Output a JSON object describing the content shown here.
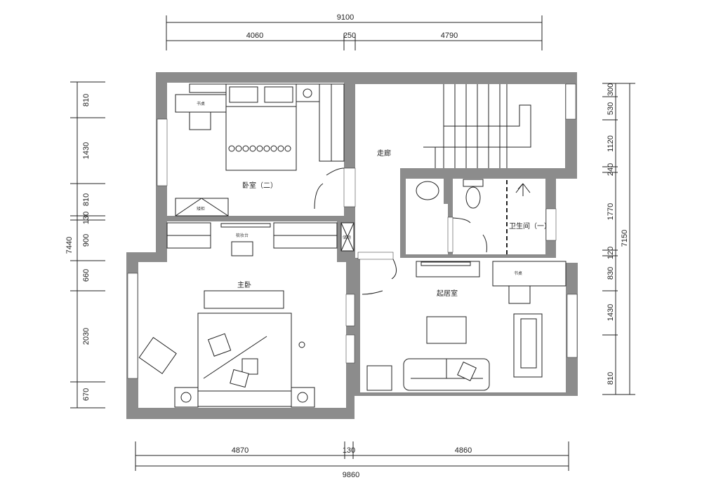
{
  "dimensions": {
    "top": {
      "total": "9100",
      "segments": [
        "4060",
        "250",
        "4790"
      ]
    },
    "bottom": {
      "total": "9860",
      "segments": [
        "4870",
        "130",
        "4860"
      ]
    },
    "left": {
      "total": "7440",
      "segments": [
        "810",
        "1430",
        "810",
        "130",
        "900",
        "660",
        "2030",
        "670"
      ]
    },
    "right": {
      "total": "7150",
      "segments": [
        "300",
        "530",
        "1120",
        "240",
        "1770",
        "120",
        "830",
        "1430",
        "810"
      ]
    }
  },
  "rooms": {
    "bedroom2": "卧室（二）",
    "corridor": "走廊",
    "bathroom1": "卫生间（一）",
    "living_room": "起居室",
    "master_bedroom": "主卧"
  },
  "furniture": {
    "desk_bedroom2": "书桌",
    "cabinet_bedroom2": "矮柜",
    "dresser": "梳妆台",
    "storage": "储物",
    "desk_living": "书桌"
  },
  "colors": {
    "wall": "#8c8c8c",
    "line": "#222222"
  }
}
